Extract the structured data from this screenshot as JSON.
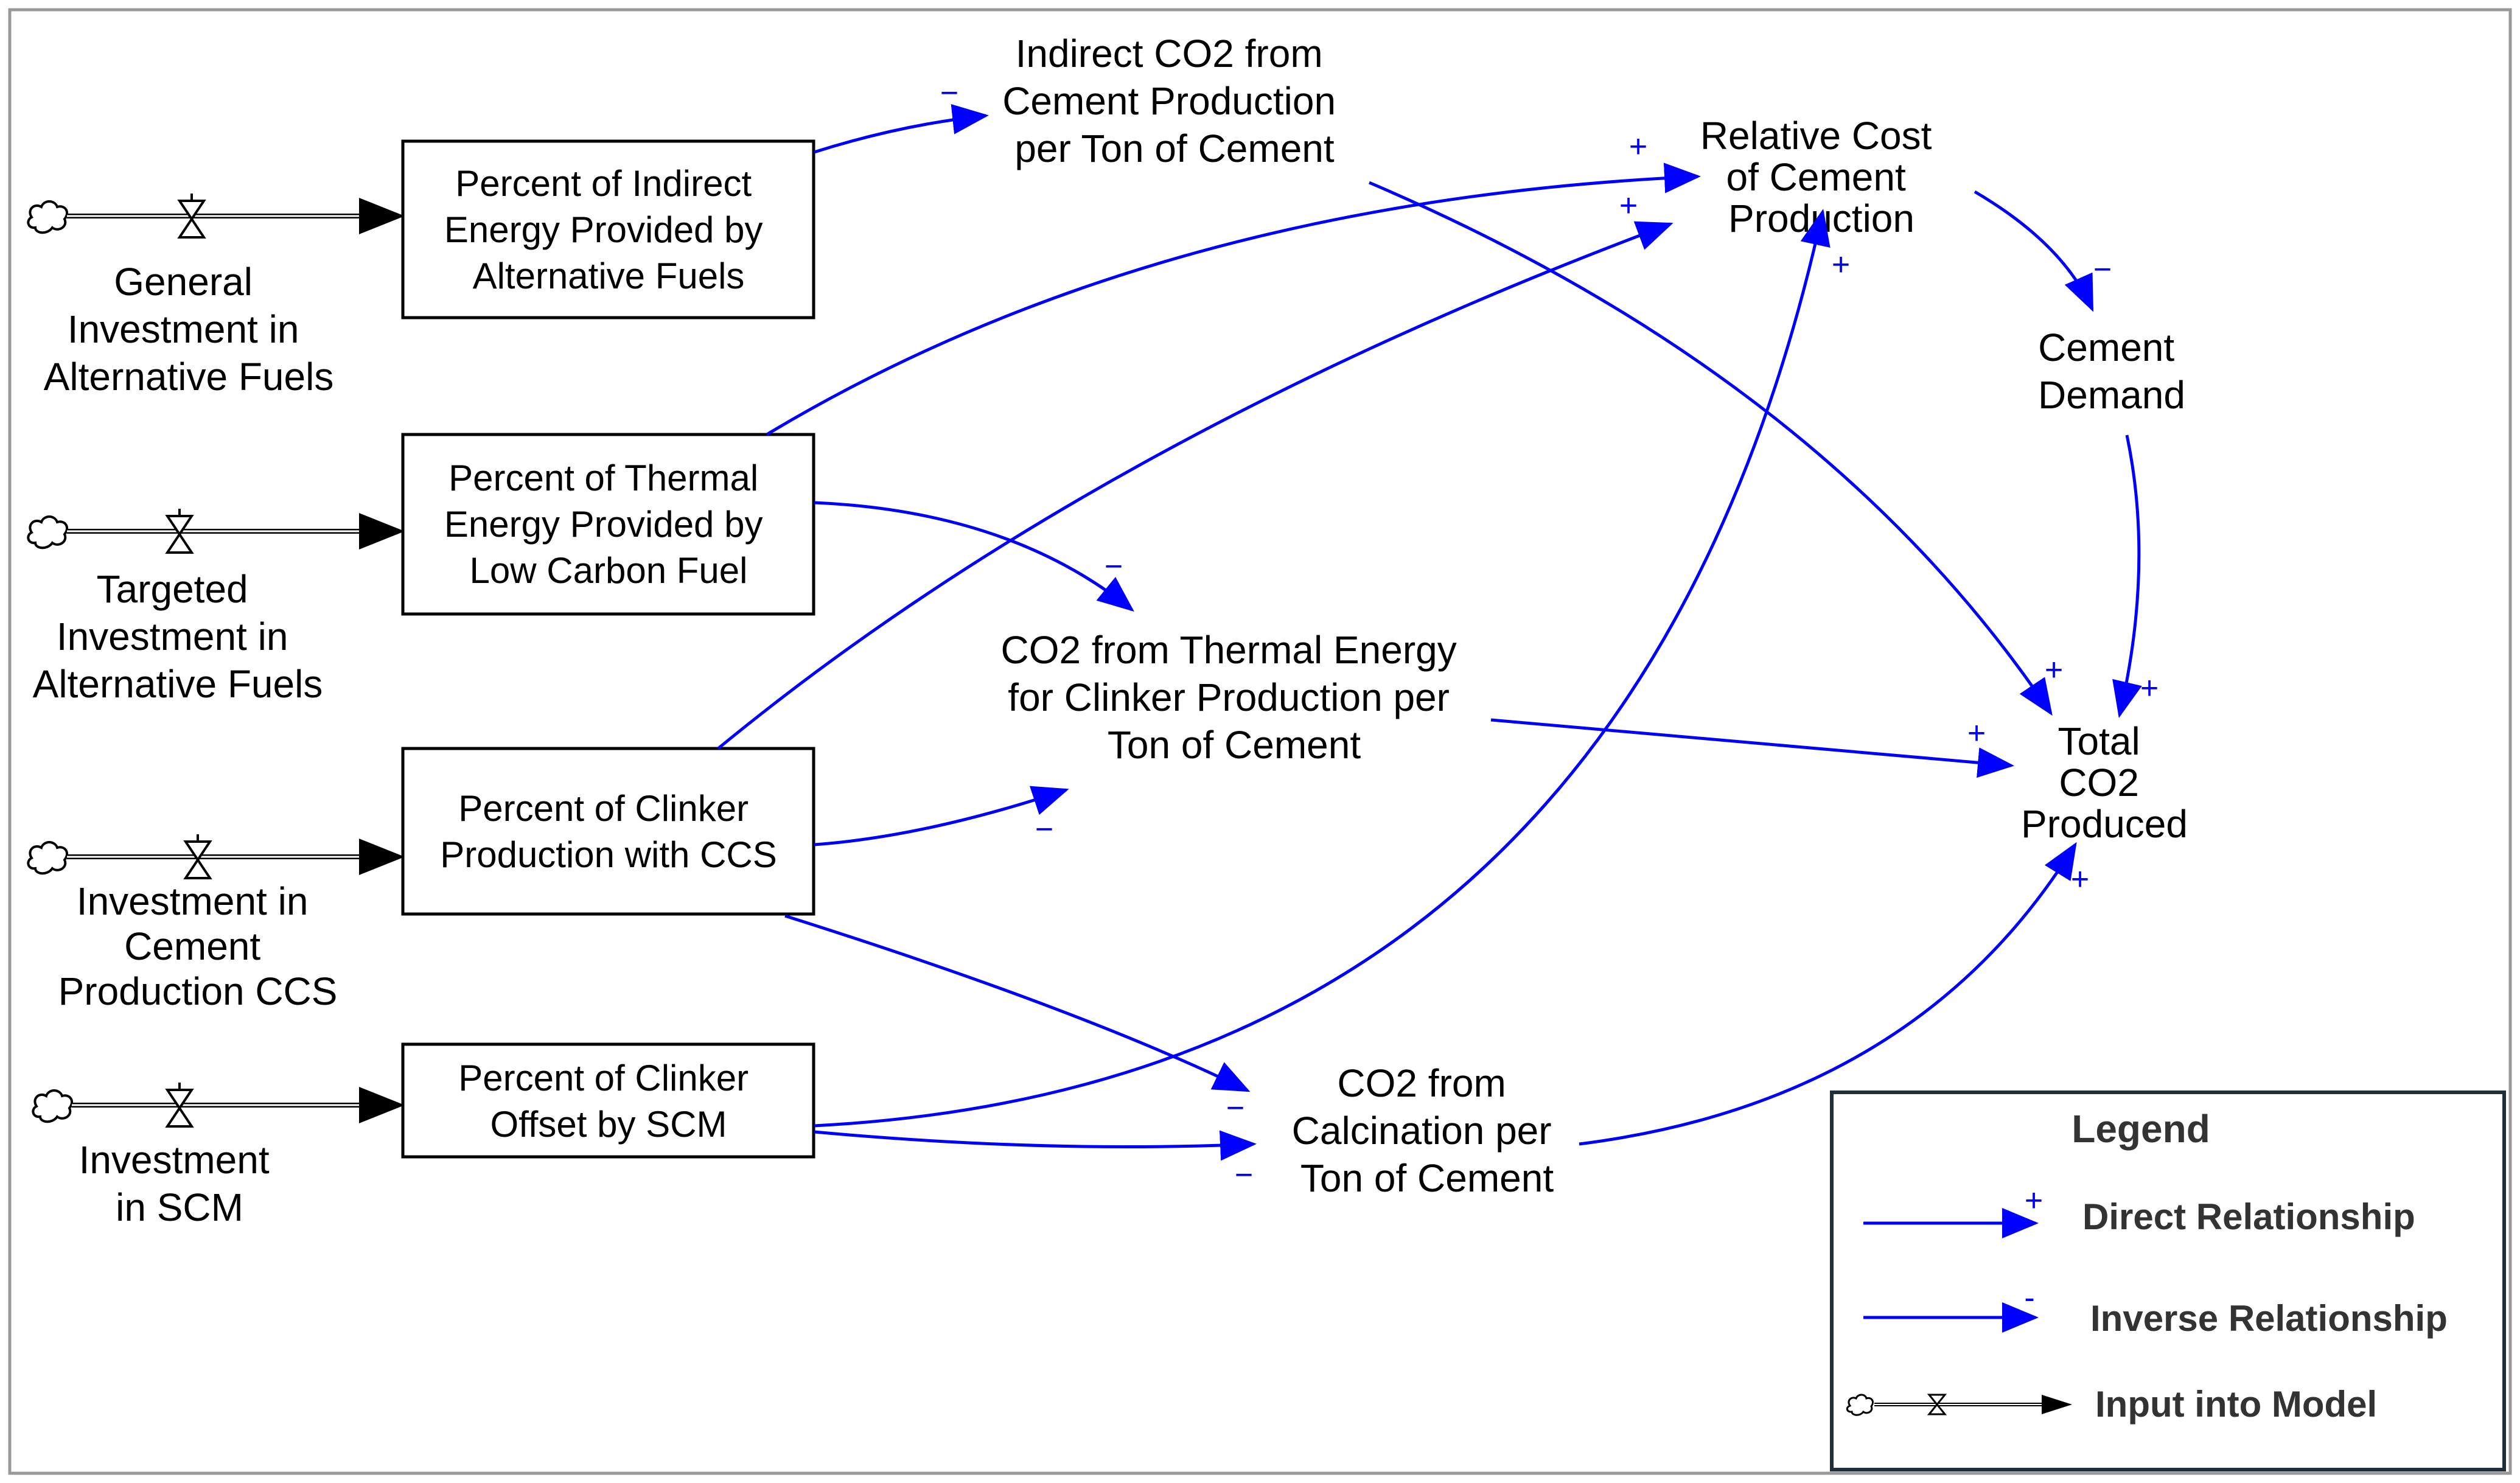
{
  "stocks": {
    "indirect_energy": [
      "Percent of Indirect",
      "Energy Provided by",
      "Alternative Fuels"
    ],
    "thermal_energy": [
      "Percent of Thermal",
      "Energy Provided by",
      "Low Carbon Fuel"
    ],
    "clinker_ccs": [
      "Percent of Clinker",
      "Production with CCS"
    ],
    "clinker_scm": [
      "Percent of Clinker",
      "Offset by SCM"
    ]
  },
  "inputs": {
    "general_investment": [
      "General",
      "Investment in",
      "Alternative Fuels"
    ],
    "targeted_investment": [
      "Targeted",
      "Investment in",
      "Alternative Fuels"
    ],
    "ccs_investment": [
      "Investment in",
      "Cement",
      "Production CCS"
    ],
    "scm_investment": [
      "Investment",
      "in SCM"
    ]
  },
  "variables": {
    "indirect_co2": [
      "Indirect CO2 from",
      "Cement Production",
      "per Ton of Cement"
    ],
    "relative_cost": [
      "Relative Cost",
      "of Cement",
      "Production"
    ],
    "cement_demand": [
      "Cement",
      "Demand"
    ],
    "thermal_co2": [
      "CO2 from Thermal Energy",
      "for Clinker Production per",
      "Ton of Cement"
    ],
    "total_co2": [
      "Total",
      "CO2",
      "Produced"
    ],
    "calcination_co2": [
      "CO2 from",
      "Calcination per",
      "Ton of Cement"
    ]
  },
  "signs": {
    "plus": "+",
    "minus": "−"
  },
  "legend": {
    "title": "Legend",
    "direct_sign": "+",
    "direct": "Direct Relationship",
    "inverse_sign": "-",
    "inverse": "Inverse Relationship",
    "input": "Input into Model"
  },
  "colors": {
    "link": "#0000ff",
    "stock_border": "#000000",
    "legend_border": "#1f2f3a",
    "frame": "#999999"
  }
}
